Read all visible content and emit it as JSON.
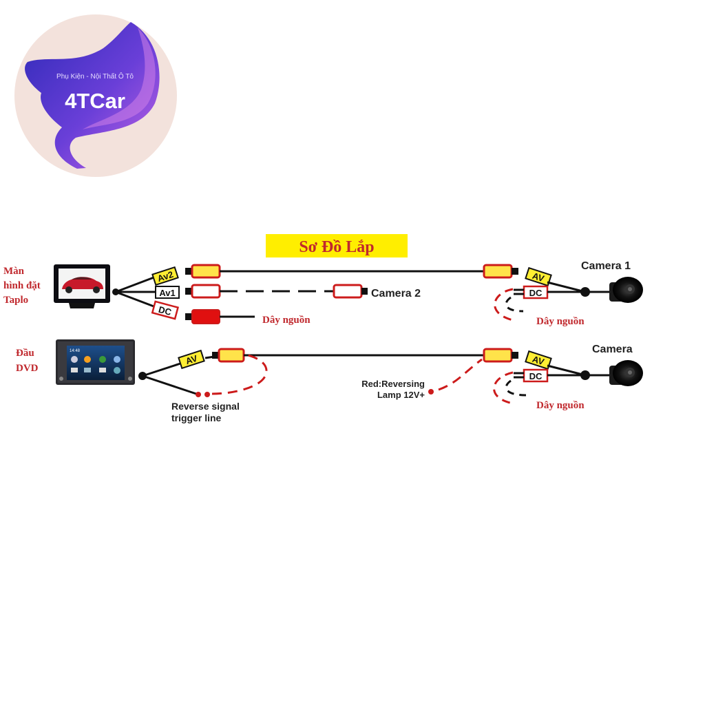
{
  "logo": {
    "tagline": "Phụ Kiện - Nội Thất Ô Tô",
    "brand": "4TCar",
    "colors": {
      "circle_bg": "#f3e2dc",
      "ribbon_dark": "#3a2cc0",
      "ribbon_light": "#b45ee0"
    }
  },
  "diagram": {
    "title": "Sơ Đồ Lắp",
    "colors": {
      "title_bg": "#ffee00",
      "title_text": "#c0282d",
      "label_red": "#c0282d",
      "wire": "#111111",
      "connector_border": "#cc1b1b",
      "connector_yellow": "#ffe34a",
      "connector_red": "#e01010",
      "tag_yellow": "#ffee33"
    },
    "row1": {
      "device_label": [
        "Màn",
        "hình đặt",
        "Taplo"
      ],
      "tags": [
        "Av2",
        "Av1",
        "DC"
      ],
      "camera2_label": "Camera 2",
      "power_label_left": "Dây nguồn",
      "camera_label": "Camera 1",
      "camera_tags": [
        "AV",
        "DC"
      ],
      "power_label_right": "Dây nguồn"
    },
    "row2": {
      "device_label": [
        "Đầu",
        "DVD"
      ],
      "tag": "AV",
      "trigger_label": [
        "Reverse signal",
        "trigger line"
      ],
      "lamp_label": [
        "Red:Reversing",
        "Lamp 12V+"
      ],
      "camera_label": "Camera",
      "camera_tags": [
        "AV",
        "DC"
      ],
      "power_label_right": "Dây nguồn",
      "dvd_clock": "14:48"
    }
  }
}
